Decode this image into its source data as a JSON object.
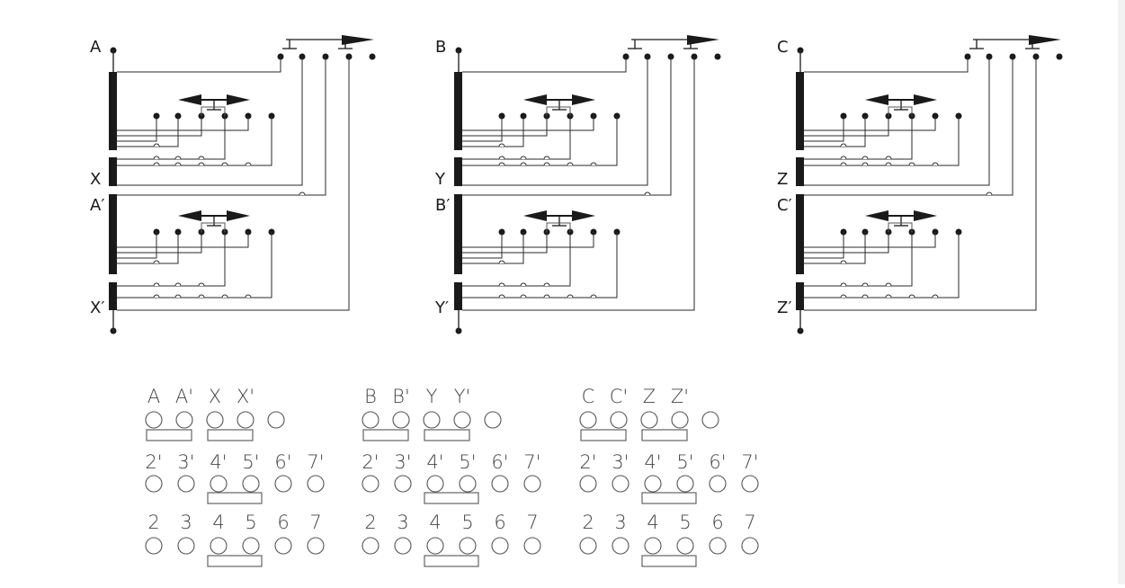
{
  "colors": {
    "ink": "#1a1a1a",
    "wire": "#2a2a2a",
    "light": "#555555",
    "background": "#ffffff"
  },
  "icons": {
    "arrow": "double-arrow-icon",
    "switch": "switch-arrow-icon"
  },
  "windings": [
    {
      "top": "A",
      "mid1": "X",
      "mid2": "A′",
      "bot": "X′"
    },
    {
      "top": "B",
      "mid1": "Y",
      "mid2": "B′",
      "bot": "Y′"
    },
    {
      "top": "C",
      "mid1": "Z",
      "mid2": "C′",
      "bot": "Z′"
    }
  ],
  "terminal_blocks": [
    {
      "row1": [
        "A",
        "A'",
        "X",
        "X'"
      ],
      "row2": [
        "2'",
        "3'",
        "4'",
        "5'",
        "6'",
        "7'"
      ],
      "row3": [
        "2",
        "3",
        "4",
        "5",
        "6",
        "7"
      ]
    },
    {
      "row1": [
        "B",
        "B'",
        "Y",
        "Y'"
      ],
      "row2": [
        "2'",
        "3'",
        "4'",
        "5'",
        "6'",
        "7'"
      ],
      "row3": [
        "2",
        "3",
        "4",
        "5",
        "6",
        "7"
      ]
    },
    {
      "row1": [
        "C",
        "C'",
        "Z",
        "Z'"
      ],
      "row2": [
        "2'",
        "3'",
        "4'",
        "5'",
        "6'",
        "7'"
      ],
      "row3": [
        "2",
        "3",
        "4",
        "5",
        "6",
        "7"
      ]
    }
  ]
}
